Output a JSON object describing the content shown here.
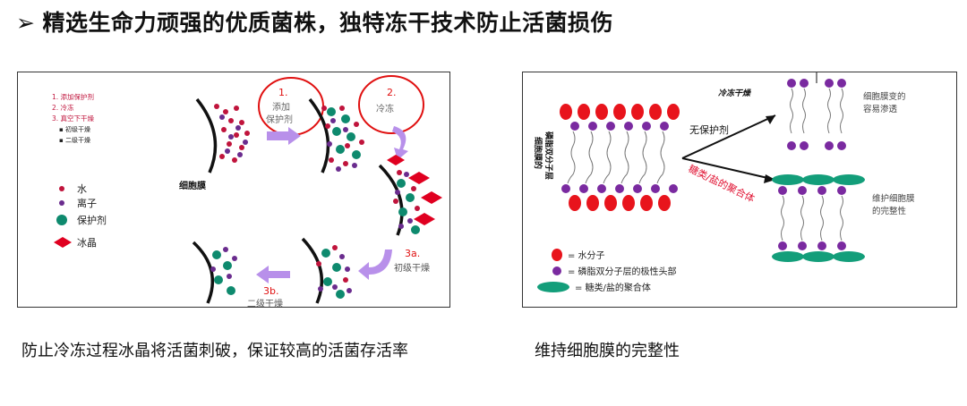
{
  "title": {
    "marker": "➢",
    "text": "精选生命力顽强的优质菌株，独特冻干技术防止活菌损伤"
  },
  "left_panel": {
    "steps_list": [
      "1. 添加保护剂",
      "2. 冷冻",
      "3. 真空下干燥"
    ],
    "substeps": [
      "▪ 初级干燥",
      "▪ 二级干燥"
    ],
    "legend": [
      {
        "label": "水",
        "color": "#c0143c"
      },
      {
        "label": "离子",
        "color": "#6a2c8e"
      },
      {
        "label": "保护剂",
        "color": "#0e8a6e"
      },
      {
        "label": "冰晶",
        "color": "#e00020"
      }
    ],
    "membrane_label": "细胞膜",
    "step1": {
      "num": "1.",
      "lines": [
        "添加",
        "保护剂"
      ]
    },
    "step2": {
      "num": "2.",
      "lines": [
        "冷冻"
      ]
    },
    "step3a": {
      "num": "3a.",
      "label": "初级干燥"
    },
    "step3b": {
      "num": "3b.",
      "label": "二级干燥"
    }
  },
  "right_panel": {
    "freeze_dry": "冷冻干燥",
    "bilayer_label": [
      "细胞膜的",
      "磷脂双分子层"
    ],
    "no_protect": "无保护剂",
    "with_protect": "糖类/盐的聚合体",
    "result_top": [
      "细胞膜变的",
      "容易渗透"
    ],
    "result_bottom": [
      "维护细胞膜",
      "的完整性"
    ],
    "legend": [
      {
        "label": "= 水分子",
        "color": "#e8141c"
      },
      {
        "label": "= 磷脂双分子层的极性头部",
        "color": "#7a2aa0"
      },
      {
        "label": "= 糖类/盐的聚合体",
        "color": "#139e7a"
      }
    ]
  },
  "captions": {
    "left": "防止冷冻过程冰晶将活菌刺破，保证较高的活菌存活率",
    "right": "维持细胞膜的完整性"
  }
}
